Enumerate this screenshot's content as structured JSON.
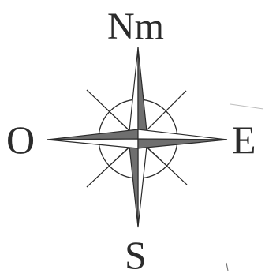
{
  "compass": {
    "north": "Nm",
    "west": "O",
    "east": "E",
    "south": "S"
  },
  "colors": {
    "ink": "#2b2b2b",
    "fill_dark": "#6f6f6f",
    "fill_light": "#ffffff"
  },
  "icons": {
    "compass": "compass-rose-icon"
  }
}
